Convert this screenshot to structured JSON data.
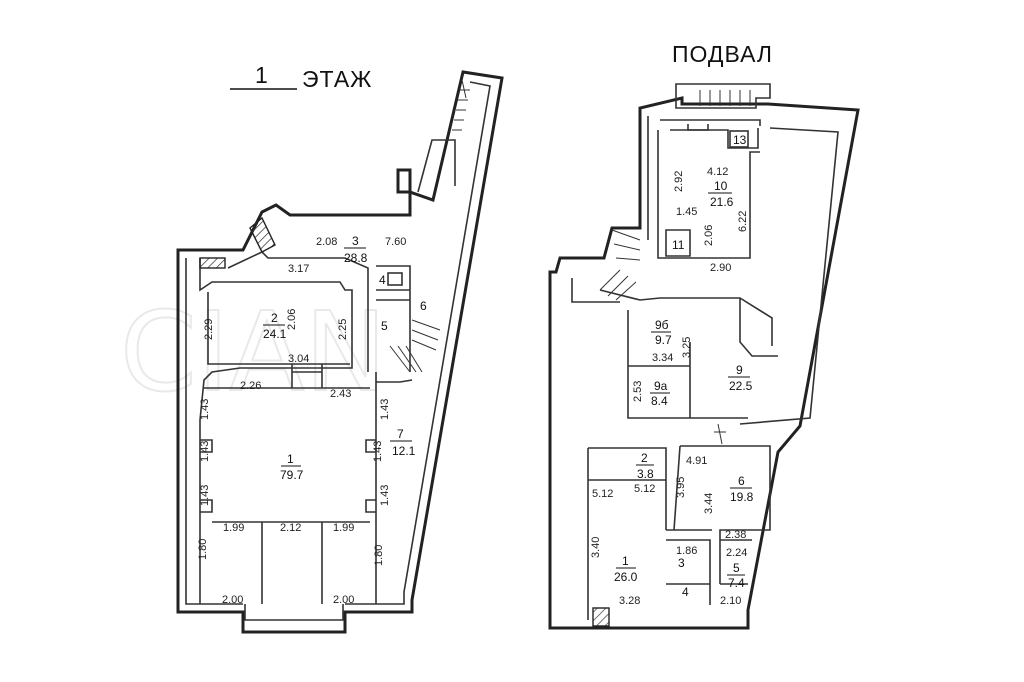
{
  "floor1": {
    "title_num": "1",
    "title_word": "ЭТАЖ",
    "rooms": [
      {
        "id": "1",
        "num": "1",
        "area": "79.7"
      },
      {
        "id": "2",
        "num": "2",
        "area": "24.1"
      },
      {
        "id": "3",
        "num": "3",
        "area": "28.8"
      },
      {
        "id": "4",
        "num": "4",
        "area": ""
      },
      {
        "id": "5",
        "num": "5",
        "area": ""
      },
      {
        "id": "6",
        "num": "6",
        "area": ""
      },
      {
        "id": "7",
        "num": "7",
        "area": "12.1"
      }
    ],
    "dims": [
      "2.08",
      "7.60",
      "3.17",
      "2.29",
      "2.06",
      "2.25",
      "3.04",
      "2.26",
      "2.43",
      "1.43",
      "1.43",
      "1.43",
      "1.43",
      "1.43",
      "1.43",
      "1.99",
      "2.12",
      "1.99",
      "1.80",
      "1.80",
      "2.00",
      "2.00"
    ]
  },
  "basement": {
    "title": "ПОДВАЛ",
    "rooms": [
      {
        "id": "1",
        "num": "1",
        "area": "26.0"
      },
      {
        "id": "2",
        "num": "2",
        "area": "3.8"
      },
      {
        "id": "3",
        "num": "3",
        "area": ""
      },
      {
        "id": "4",
        "num": "4",
        "area": ""
      },
      {
        "id": "5",
        "num": "5",
        "area": "7.4"
      },
      {
        "id": "6",
        "num": "6",
        "area": "19.8"
      },
      {
        "id": "9",
        "num": "9",
        "area": "22.5"
      },
      {
        "id": "9a",
        "num": "9а",
        "area": "8.4"
      },
      {
        "id": "9b",
        "num": "9б",
        "area": "9.7"
      },
      {
        "id": "10",
        "num": "10",
        "area": "21.6"
      },
      {
        "id": "11",
        "num": "11",
        "area": ""
      },
      {
        "id": "13",
        "num": "13",
        "area": ""
      }
    ],
    "dims": [
      "4.12",
      "2.92",
      "1.45",
      "2.06",
      "6.22",
      "2.90",
      "3.25",
      "3.34",
      "2.53",
      "4.91",
      "5.12",
      "5.12",
      "3.95",
      "3.44",
      "3.40",
      "2.38",
      "2.24",
      "1.86",
      "3.28",
      "2.10"
    ]
  },
  "watermark": "CIAN"
}
